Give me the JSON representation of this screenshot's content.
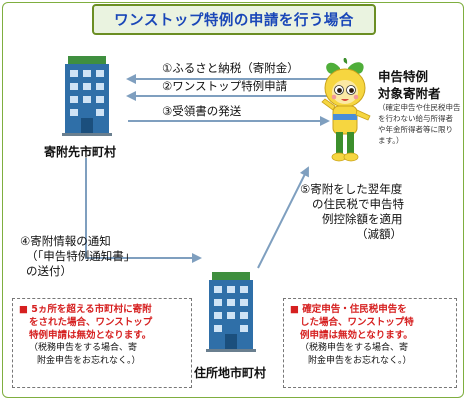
{
  "title": "ワンストップ特例の申請を行う場合",
  "nodes": {
    "donation_city": "寄附先市町村",
    "residence_city": "住所地市町村",
    "donor_title_line1": "申告特例",
    "donor_title_line2": "対象寄附者",
    "donor_note_lines": [
      "（確定申告や住民税申告",
      "を行わない給与所得者",
      "や年金所得者等に限り",
      "ます。）"
    ]
  },
  "steps": {
    "step1": "①ふるさと納税（寄附金）",
    "step2": "②ワンストップ特例申請",
    "step3": "③受領書の発送",
    "step4_lines": [
      "④寄附情報の通知",
      "（「申告特例通知書」",
      "の送付）"
    ],
    "step5_lines": [
      "⑤寄附をした翌年度",
      "の住民税で申告特",
      "例控除額を適用",
      "（減額）"
    ]
  },
  "notes": {
    "left": {
      "red_lines": [
        "■ 5ヵ所を超える市町村に寄附",
        "をされた場合、ワンストップ",
        "特例申請は無効となります。"
      ],
      "black_lines": [
        "（税務申告をする場合、寄",
        "附金申告をお忘れなく。）"
      ]
    },
    "right": {
      "red_lines": [
        "■ 確定申告・住民税申告を",
        "した場合、ワンストップ特",
        "例申請は無効となります。"
      ],
      "black_lines": [
        "（税務申告をする場合、寄",
        "附金申告をお忘れなく。）"
      ]
    }
  },
  "colors": {
    "title_text": "#1a47b8",
    "title_border": "#6b8e23",
    "title_fill": "#eaf3e0",
    "arrow": "#7f9fbf",
    "warning_text": "#d62020",
    "building_blue": "#2f6fa8",
    "building_green": "#3f8f3f"
  },
  "icons": [
    "building-icon",
    "mascot-icon",
    "arrow"
  ]
}
